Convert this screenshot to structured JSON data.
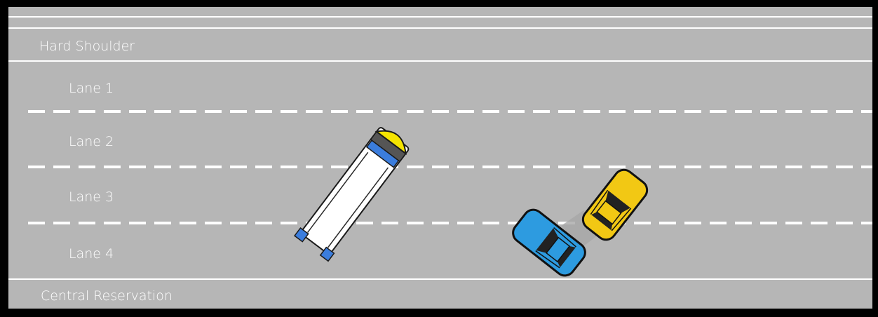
{
  "road": {
    "labels": {
      "hard_shoulder": "Hard Shoulder",
      "lane_1": "Lane 1",
      "lane_2": "Lane 2",
      "lane_3": "Lane 3",
      "lane_4": "Lane 4",
      "central_reservation": "Central Reservation"
    }
  },
  "vehicles": [
    {
      "type": "van",
      "body_color": "#ffffff",
      "roof_light_color": "#f5e400",
      "accent_color": "#3b7ddd"
    },
    {
      "type": "car",
      "body_color": "#2d9be0"
    },
    {
      "type": "car",
      "body_color": "#f2c814"
    }
  ],
  "colors": {
    "frame": "#000000",
    "road": "#b6b6b6",
    "markings": "#ffffff"
  }
}
